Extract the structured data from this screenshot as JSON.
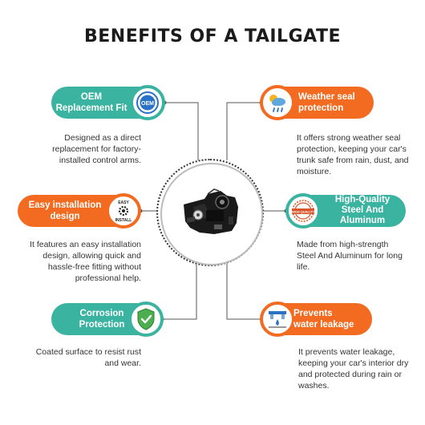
{
  "title": "BENEFITS OF A TAILGATE",
  "benefits": [
    {
      "title_line1": "OEM",
      "title_line2": "Replacement Fit",
      "description": "Designed as a direct replacement for factory-installed control arms.",
      "icon": "oem-badge-icon",
      "icon_text": "OEM",
      "color": "#3bb3a1"
    },
    {
      "title_line1": "Weather seal",
      "title_line2": "protection",
      "description": "It offers strong weather seal protection, keeping your car's trunk safe from rain, dust, and moisture.",
      "icon": "weather-icon",
      "color": "#f26b21"
    },
    {
      "title_line1": "Easy installation",
      "title_line2": "design",
      "description": "It features an easy installation design, allowing quick and hassle-free fitting without professional help.",
      "icon": "easy-install-gear-icon",
      "icon_text_top": "EASY",
      "icon_text_bottom": "INSTALL",
      "color": "#f26b21"
    },
    {
      "title_line1": "High-Quality",
      "title_line2": "Steel And",
      "title_line3": "Aluminum",
      "description": "Made from high-strength Steel And Aluminum for long life.",
      "icon": "high-quality-badge-icon",
      "icon_text": "HIGH QUALITY",
      "color": "#3bb3a1"
    },
    {
      "title_line1": "Corrosion",
      "title_line2": "Protection",
      "description": "Coated surface to resist rust and wear.",
      "icon": "shield-check-icon",
      "color": "#3bb3a1"
    },
    {
      "title_line1": "Prevents",
      "title_line2": "water leakage",
      "description": "It prevents water leakage, keeping your car's interior dry and protected during rain or washes.",
      "icon": "water-leak-icon",
      "color": "#f26b21"
    }
  ]
}
